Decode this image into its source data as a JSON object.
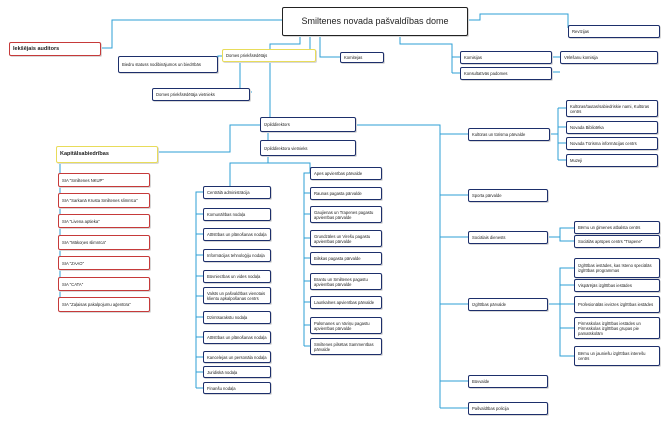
{
  "root": "Smiltenes novada pašvaldības dome",
  "auditor": "Iekšējais auditors",
  "council": {
    "chair": "Domes priekšsēdētājs",
    "assoc": "Biedru statuss nodibinājumos un biedrībās",
    "vice": "Domes priekšsēdētāja vietnieks"
  },
  "commissions": {
    "comm_left": "Komitejas",
    "comm": "Komisijas",
    "advisory": "Konsultatīvās padomes",
    "auditing": "Revīzijas",
    "elections": "Vēlēšanu komisija"
  },
  "exec": {
    "director": "Izpilddirektors",
    "deputy": "Izpilddirektora vietnieks"
  },
  "capital": {
    "title": "Kapitālsabiedrības",
    "items": [
      "SIA \"Smiltenes NKUP\"",
      "SIA \"Sarkanā Krusta Smiltenes slimnīca\"",
      "SIA \"Livena aptieka\"",
      "SIA \"Mākoņes slimnīca\"",
      "SIA \"ZAAO\"",
      "SIA \"CATA\"",
      "SIA \"Zaļaisas pakalpojumu aģentūra\""
    ]
  },
  "admin": {
    "title": "Centrālā administrācija",
    "items": [
      "Komunālības nodaļa",
      "Attīstības un plānošanas nodaļa",
      "Informācijas tehnoloģiju nodaļa",
      "Būvniecības un vides nodaļa",
      "Valsts un pašvaldības vienotais klientu apkalpošanas centrs",
      "Dzimtsarakstu nodaļa",
      "Attīstības un plānošanas nodaļa",
      "Kancelejas un personāla nodaļa",
      "Juridiskā nodaļa",
      "Finanšu nodaļa"
    ]
  },
  "parishes": [
    "Apes apvienības pārvalde",
    "Raunas pagasta pārvalde",
    "Gaujienas un Trapenes pagastu apvienības pārvalde",
    "Grundzāles un Virešu pagastu apvienības pārvalde",
    "Bilskas pagasta pārvalde",
    "Brantu un Smiltenes pagastu apvienības pārvalde",
    "Launkalnes apvienības pārvalde",
    "Palsmanes un Variņu pagastu apvienības pārvalde",
    "Smiltenes pilsētas Sammenības pārvalde"
  ],
  "right": {
    "culture": {
      "title": "Kultūras un tūrisma pārvalde",
      "items": [
        "Kultūras/tautas/sabiedriskie nami, Kultūras centrs",
        "Novada Bibliotēka",
        "Novada Tūrisma informācijas centrs",
        "Muzeji"
      ]
    },
    "sport": "Sporta pārvalde",
    "social": {
      "title": "Sociālais dienests",
      "items": [
        "Bērnu un ģimenes atbalsta centrs",
        "Sociālās aprūpes centrs \"Trapene\""
      ]
    },
    "education": {
      "title": "Izglītības pārvalde",
      "items": [
        "Izglītības iestādes, kas īsteno speciālās izglītības programmas",
        "Vispārējās izglītības iestādes",
        "Profesionālās ievirzes izglītības iestādes",
        "Pirmsskolas izglītības iestādes un Pirmsskolas izglītības grupas pie pamatskolām",
        "Bērnu un jauniešu izglītības interešu centrs"
      ]
    },
    "building": "Būvvalde",
    "police": "Pašvaldības policija"
  }
}
